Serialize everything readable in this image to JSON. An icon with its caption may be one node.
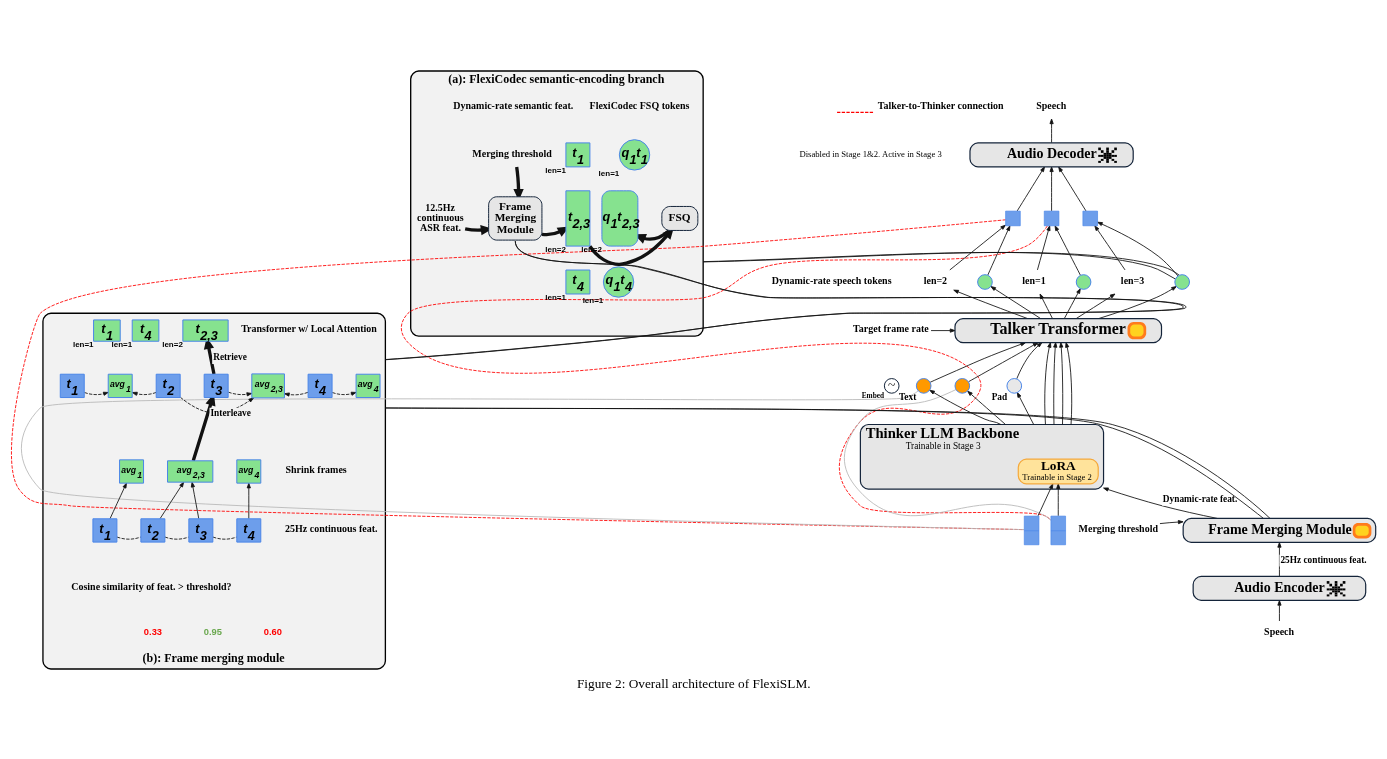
{
  "diagram": {
    "caption": "Figure 2: Overall architecture of FlexiSLM.",
    "nodes": [
      {
        "text": [
          "Speech"
        ]
      },
      {
        "text": [
          "Audio Decoder"
        ]
      },
      {
        "text": [],
        "shape": "box"
      },
      {
        "text": [],
        "shape": "box"
      },
      {
        "text": [],
        "shape": "box"
      },
      {
        "text": [
          "len=2"
        ]
      },
      {
        "text": [],
        "shape": "circle"
      },
      {
        "text": [
          "len=1"
        ]
      },
      {
        "text": [],
        "shape": "circle"
      },
      {
        "text": [
          "len=3"
        ]
      },
      {
        "text": [],
        "shape": "circle"
      },
      {
        "text": [
          "Target frame rate"
        ]
      },
      {
        "text": [
          "Talker Transformer"
        ]
      },
      {
        "text": [
          "Embed",
          "~"
        ]
      },
      {
        "text": [],
        "shape": "circle",
        "beside": [
          "Text"
        ]
      },
      {
        "text": [],
        "shape": "circle"
      },
      {
        "text": [],
        "shape": "circle",
        "beside": [
          "Pad"
        ]
      },
      {
        "text": [
          "Thinker LLM Backbone",
          "Trainable in Stage 3"
        ]
      },
      {
        "text": [
          "LoRA",
          "Trainable in Stage 2"
        ],
        "in": 17
      },
      {
        "text": [],
        "shape": "box"
      },
      {
        "text": [],
        "shape": "box"
      },
      {
        "text": [
          "Merging threshold"
        ]
      },
      {
        "text": [
          "Frame Merging Module"
        ]
      },
      {
        "text": [
          "Audio Encoder"
        ]
      },
      {
        "text": [
          "Speech"
        ]
      },
      {
        "text": [
          "(a): FlexiCodec semantic-encoding branch"
        ]
      },
      {
        "text": [
          "Merging threshold"
        ],
        "in": 25
      },
      {
        "text": [
          "12.5Hz continuous ASR feat."
        ],
        "in": 25
      },
      {
        "text": [
          "Frame Merging Module"
        ],
        "in": 25
      },
      {
        "text": [
          "t$_{1}$"
        ],
        "beside": [
          "len=1"
        ],
        "in": 25
      },
      {
        "text": [
          "t$_{2,3}$"
        ],
        "beside": [
          "len=2"
        ],
        "in": 25
      },
      {
        "text": [
          "t$_{4}$"
        ],
        "beside": [
          "len=1"
        ],
        "in": 25
      },
      {
        "text": [
          "FSQ"
        ],
        "in": 25
      },
      {
        "text": [
          "q$_{1}$t$_{1}$"
        ],
        "beside": [
          "len=1"
        ],
        "in": 25
      },
      {
        "text": [
          "q$_{1}$t$_{2,3}$"
        ],
        "beside": [
          "len=2"
        ],
        "in": 25
      },
      {
        "text": [
          "q$_{1}$t$_{4}$"
        ],
        "beside": [
          "len=1"
        ],
        "in": 25
      },
      {
        "text": [
          "(b): Frame merging module"
        ]
      },
      {
        "text": [
          "t$_{1}$"
        ],
        "beside": [
          "len=1"
        ],
        "in": 36
      },
      {
        "text": [
          "t$_{2,3}$"
        ],
        "beside": [
          "len=2"
        ],
        "in": 36
      },
      {
        "text": [
          "t$_{4}$"
        ],
        "beside": [
          "len=1"
        ],
        "in": 36
      },
      {
        "text": [
          "t$_{1}$"
        ],
        "in": 36
      },
      {
        "text": [
          "avg$_{1}$"
        ],
        "in": 36
      },
      {
        "text": [
          "t$_{2}$"
        ],
        "in": 36
      },
      {
        "text": [
          "t$_{3}$"
        ],
        "in": 36
      },
      {
        "text": [
          "avg$_{2,3}$"
        ],
        "in": 36
      },
      {
        "text": [
          "t$_{4}$"
        ],
        "in": 36
      },
      {
        "text": [
          "avg$_{4}$"
        ],
        "in": 36
      },
      {
        "text": [
          "avg$_{1}$"
        ],
        "in": 36
      },
      {
        "text": [
          "avg$_{2,3}$"
        ],
        "in": 36
      },
      {
        "text": [
          "avg$_{4}$"
        ],
        "in": 36
      },
      {
        "text": [
          "t$_{1}$"
        ],
        "in": 36
      },
      {
        "text": [
          "t$_{2}$"
        ],
        "in": 36
      },
      {
        "text": [
          "t$_{3}$"
        ],
        "in": 36
      },
      {
        "text": [
          "t$_{4}$"
        ],
        "in": 36
      }
    ],
    "edges": [
      {
        "from": 1,
        "to": 0,
        "arrow": "to"
      },
      {
        "from": 2,
        "to": 1,
        "arrow": "to"
      },
      {
        "from": 3,
        "to": 1,
        "arrow": "to"
      },
      {
        "from": 4,
        "to": 1,
        "arrow": "to"
      },
      {
        "from": 5,
        "to": 2,
        "arrow": "to"
      },
      {
        "from": 6,
        "to": 2,
        "arrow": "to"
      },
      {
        "from": 7,
        "to": 3,
        "arrow": "to"
      },
      {
        "from": 8,
        "to": 3,
        "arrow": "to"
      },
      {
        "from": 9,
        "to": 4,
        "arrow": "to"
      },
      {
        "from": 10,
        "to": 4,
        "arrow": "to"
      },
      {
        "from": 12,
        "to": 5,
        "arrow": "to"
      },
      {
        "from": 12,
        "to": 6,
        "arrow": "to"
      },
      {
        "from": 12,
        "to": 7,
        "arrow": "to"
      },
      {
        "from": 12,
        "to": 8,
        "arrow": "to"
      },
      {
        "from": 12,
        "to": 9,
        "arrow": "to"
      },
      {
        "from": 12,
        "to": 10,
        "arrow": "to"
      },
      {
        "from": 11,
        "to": 12,
        "arrow": "to"
      },
      {
        "from": 2,
        "to": 19,
        "arrow": "none",
        "style": "dashed",
        "color": "#ff0000"
      },
      {
        "from": 3,
        "to": 20,
        "arrow": "none",
        "style": "dashed",
        "color": "#ff0000"
      },
      {
        "from": 14,
        "to": 12,
        "arrow": "to"
      },
      {
        "from": 15,
        "to": 12,
        "arrow": "to"
      },
      {
        "from": 16,
        "to": 12,
        "arrow": "to"
      },
      {
        "from": 17,
        "to": 12,
        "arrow": "to"
      },
      {
        "from": 17,
        "to": 12,
        "arrow": "to"
      },
      {
        "from": 17,
        "to": 12,
        "arrow": "to"
      },
      {
        "from": 17,
        "to": 12,
        "arrow": "to"
      },
      {
        "from": 17,
        "to": 14,
        "arrow": "to"
      },
      {
        "from": 17,
        "to": 15,
        "arrow": "to"
      },
      {
        "from": 17,
        "to": 16,
        "arrow": "to"
      },
      {
        "from": 14,
        "to": 19,
        "arrow": "none",
        "color": "#b7b7b7"
      },
      {
        "from": 15,
        "to": 20,
        "arrow": "none",
        "color": "#b7b7b7"
      },
      {
        "from": 19,
        "to": 18,
        "arrow": "to"
      },
      {
        "from": 20,
        "to": 18,
        "arrow": "to"
      },
      {
        "from": 22,
        "to": 17,
        "arrow": "to",
        "label": "Dynamic-rate feat."
      },
      {
        "from": 21,
        "to": 22,
        "arrow": "to"
      },
      {
        "from": 23,
        "to": 22,
        "arrow": "to",
        "label": "25Hz continuous feat."
      },
      {
        "from": 24,
        "to": 23,
        "arrow": "to"
      },
      {
        "from": 10,
        "to": 25,
        "arrow": "none"
      },
      {
        "from": 10,
        "to": 25,
        "arrow": "none"
      },
      {
        "from": 22,
        "to": 36,
        "arrow": "none"
      },
      {
        "from": 22,
        "to": 36,
        "arrow": "none"
      },
      {
        "from": 28,
        "to": 36,
        "arrow": "none"
      },
      {
        "from": 28,
        "to": 36,
        "arrow": "none"
      },
      {
        "from": 26,
        "to": 28,
        "arrow": "to",
        "style": "thick"
      },
      {
        "from": 27,
        "to": 28,
        "arrow": "to",
        "style": "thick"
      },
      {
        "from": 28,
        "to": 30,
        "arrow": "to",
        "style": "thick"
      },
      {
        "from": 30,
        "to": 32,
        "arrow": "to",
        "style": "thick"
      },
      {
        "from": 32,
        "to": 34,
        "arrow": "to",
        "style": "thick"
      },
      {
        "from": 43,
        "to": 38,
        "arrow": "to",
        "style": "thick",
        "label": "Retrieve"
      },
      {
        "from": 40,
        "to": 41,
        "arrow": "to",
        "style": "dashed"
      },
      {
        "from": 42,
        "to": 41,
        "arrow": "to",
        "style": "dashed"
      },
      {
        "from": 42,
        "to": 44,
        "arrow": "to",
        "style": "dashed"
      },
      {
        "from": 43,
        "to": 44,
        "arrow": "to",
        "style": "dashed"
      },
      {
        "from": 45,
        "to": 44,
        "arrow": "to",
        "style": "dashed"
      },
      {
        "from": 45,
        "to": 46,
        "arrow": "to",
        "style": "dashed"
      },
      {
        "from": 48,
        "to": 43,
        "arrow": "to",
        "style": "thick",
        "label": "Interleave"
      },
      {
        "from": 50,
        "to": 47,
        "arrow": "to"
      },
      {
        "from": 51,
        "to": 48,
        "arrow": "to"
      },
      {
        "from": 52,
        "to": 48,
        "arrow": "to"
      },
      {
        "from": 53,
        "to": 49,
        "arrow": "to"
      },
      {
        "from": 50,
        "to": 51,
        "arrow": "none",
        "style": "dashed"
      },
      {
        "from": 51,
        "to": 52,
        "arrow": "none",
        "style": "dashed"
      },
      {
        "from": 52,
        "to": 53,
        "arrow": "none",
        "style": "dashed"
      }
    ],
    "labels": [
      "Disabled in Stage 1&2. Active in Stage 3",
      "Dynamic-rate speech tokens",
      "Dynamic-rate semantic feat.",
      "FlexiCodec FSQ tokens",
      "Transformer w/ Local Attention",
      "Shrink frames",
      "25Hz continuous feat.",
      "Cosine similarity of feat. > threshold?",
      "0.33",
      "0.95",
      "0.60"
    ],
    "legend": [
      {
        "text": "Talker-to-Thinker connection"
      }
    ]
  }
}
